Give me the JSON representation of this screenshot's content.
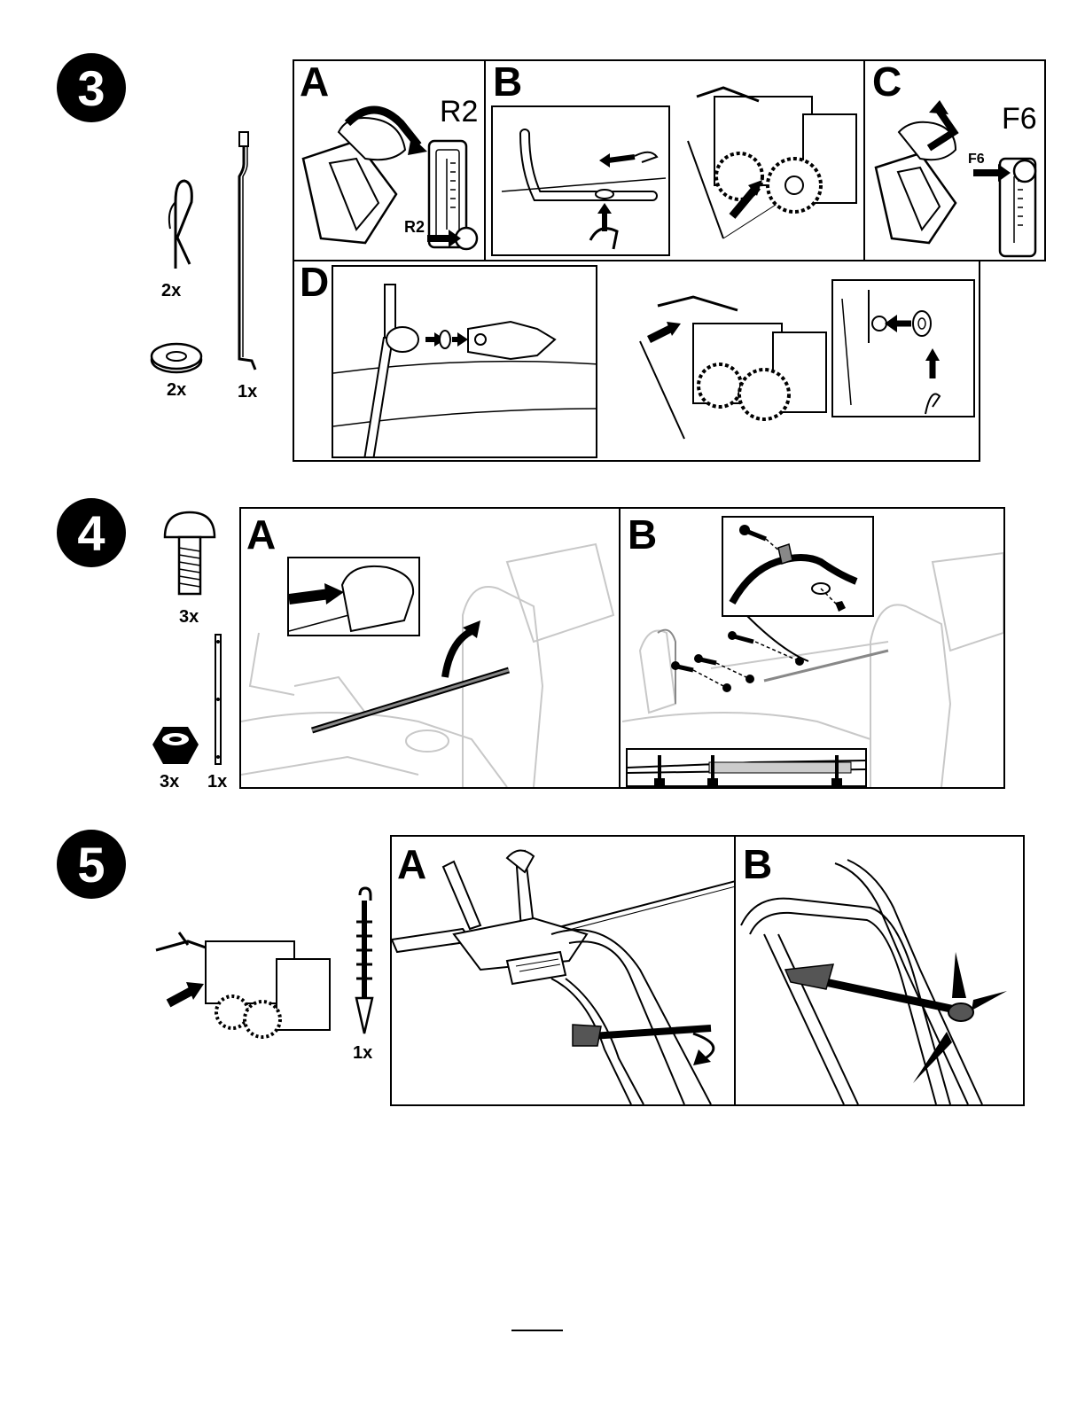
{
  "steps": [
    {
      "number": "3",
      "parts": [
        {
          "icon": "hairpin-cotter-icon",
          "qty": "2x"
        },
        {
          "icon": "flat-washer-icon",
          "qty": "2x"
        },
        {
          "icon": "shift-rod-icon",
          "qty": "1x"
        }
      ],
      "panels": [
        {
          "letter": "A",
          "callout": "R2",
          "arrow_label": "R2"
        },
        {
          "letter": "B"
        },
        {
          "letter": "C",
          "callout": "F6",
          "arrow_label": "F6"
        },
        {
          "letter": "D"
        }
      ]
    },
    {
      "number": "4",
      "parts": [
        {
          "icon": "carriage-bolt-icon",
          "qty": "3x"
        },
        {
          "icon": "lock-nut-icon",
          "qty": "3x"
        },
        {
          "icon": "bracket-bar-icon",
          "qty": "1x"
        }
      ],
      "panels": [
        {
          "letter": "A"
        },
        {
          "letter": "B"
        }
      ]
    },
    {
      "number": "5",
      "parts": [
        {
          "icon": "cable-clip-icon",
          "qty": "1x"
        }
      ],
      "panels": [
        {
          "letter": "A"
        },
        {
          "letter": "B"
        }
      ]
    }
  ]
}
